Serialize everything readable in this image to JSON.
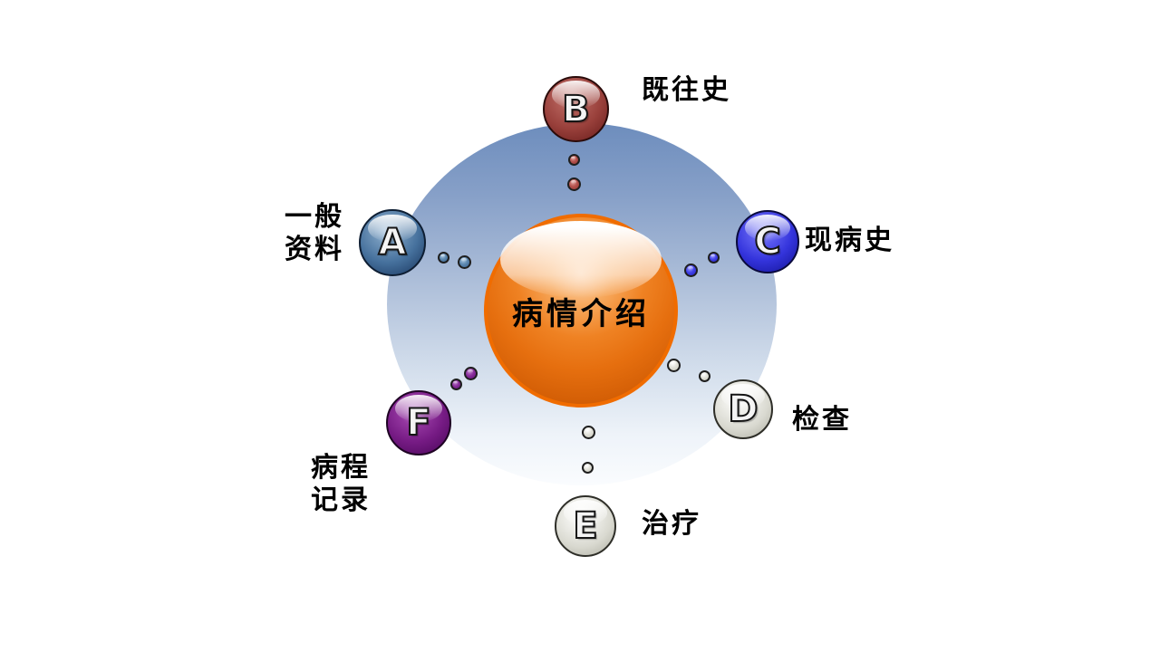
{
  "slide": {
    "background_color": "#FFFFFF",
    "halo_top_color": "#6D8DBD",
    "halo_bottom_color": "#FAFCFE"
  },
  "center": {
    "label": "病情介绍",
    "color": "#E66F0F",
    "ring_color": "#F06C00"
  },
  "nodes": {
    "a": {
      "letter": "A",
      "label_line1": "一般",
      "label_line2": "资料",
      "color": "#46719D"
    },
    "b": {
      "letter": "B",
      "label": "既往史",
      "color": "#99403B"
    },
    "c": {
      "letter": "C",
      "label": "现病史",
      "color": "#3434DC"
    },
    "d": {
      "letter": "D",
      "label": "检查",
      "color": "#D9D9D0"
    },
    "e": {
      "letter": "E",
      "label": "治疗",
      "color": "#D9D9D0"
    },
    "f": {
      "letter": "F",
      "label_line1": "病程",
      "label_line2": "记录",
      "color": "#761B84"
    }
  }
}
